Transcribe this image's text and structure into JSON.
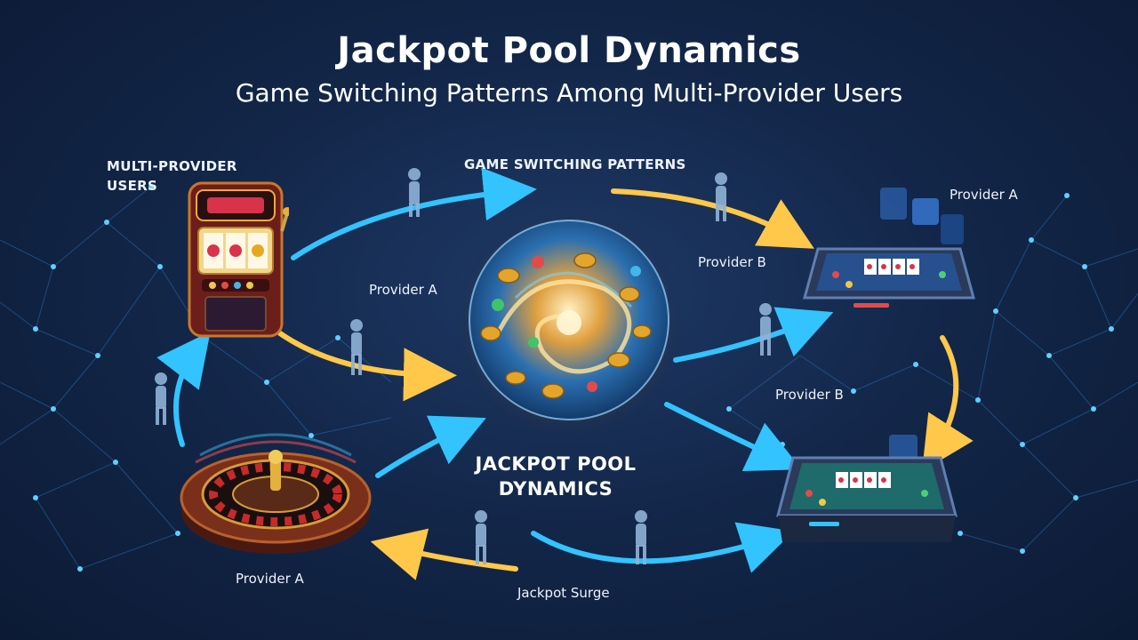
{
  "header": {
    "title": "Jackpot Pool Dynamics",
    "subtitle": "Game Switching Patterns Among Multi-Provider Users"
  },
  "labels": {
    "multi_provider_users": "MULTI-PROVIDER\nUSERS",
    "game_switching_patterns": "GAME SWITCHING PATTERNS",
    "provider_a_top_right": "Provider A",
    "provider_b_upper": "Provider B",
    "provider_a_left": "Provider A",
    "provider_b_right": "Provider B",
    "provider_a_bottom_left": "Provider A",
    "jackpot_surge": "Jackpot Surge",
    "center_title": "JACKPOT POOL\nDYNAMICS"
  },
  "colors": {
    "background": "#13274a",
    "flow_blue": "#33c3ff",
    "flow_gold": "#ffc84a",
    "orb_glow": "#ffd36b",
    "user_figure": "#8fb2d6",
    "network": "#2a8fd8"
  },
  "nodes": [
    {
      "name": "slot-machine",
      "icon": "slot-machine-icon"
    },
    {
      "name": "roulette-wheel",
      "icon": "roulette-icon"
    },
    {
      "name": "poker-table-top",
      "icon": "card-table-icon"
    },
    {
      "name": "poker-table-bottom",
      "icon": "card-table-icon"
    },
    {
      "name": "jackpot-orb",
      "icon": "jackpot-orb-icon"
    }
  ]
}
